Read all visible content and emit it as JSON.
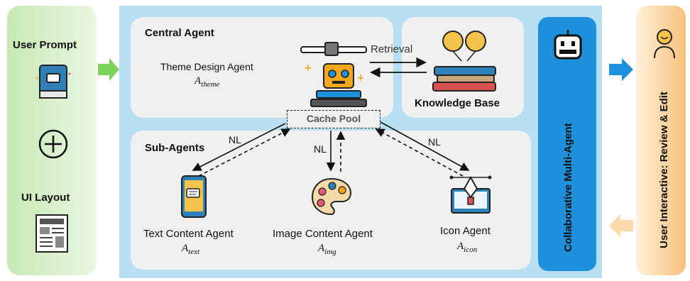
{
  "left": {
    "user_prompt": "User Prompt",
    "ui_layout": "UI Layout"
  },
  "central": {
    "title": "Central Agent",
    "theme_agent": "Theme Design Agent",
    "theme_symbol": "A",
    "theme_sub": "theme",
    "retrieval": "Retrieval"
  },
  "knowledge": {
    "title": "Knowledge Base"
  },
  "cache": {
    "label": "Cache Pool"
  },
  "sub_agents": {
    "title": "Sub-Agents",
    "nl": "NL",
    "text_agent": "Text Content Agent",
    "text_symbol": "A",
    "text_sub": "text",
    "image_agent": "Image Content Agent",
    "image_symbol": "A",
    "image_sub": "img",
    "icon_agent": "Icon Agent",
    "icon_symbol": "A",
    "icon_sub": "icon"
  },
  "collab": {
    "label": "Collaborative Multi-Agent"
  },
  "right": {
    "label": "User Interactive: Review & Edit"
  },
  "colors": {
    "green": "#7dd35a",
    "blue": "#1e90dc",
    "orange": "#f5a44b"
  }
}
